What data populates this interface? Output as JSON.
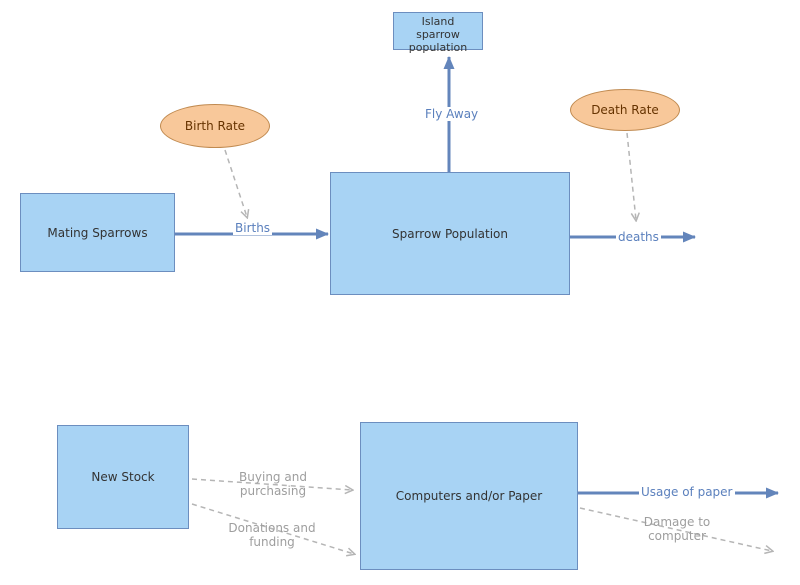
{
  "nodes": {
    "island": {
      "label": "Island\nsparrow\npopulation"
    },
    "birth_rate": {
      "label": "Birth Rate"
    },
    "death_rate": {
      "label": "Death Rate"
    },
    "mating_sparrows": {
      "label": "Mating Sparrows"
    },
    "sparrow_population": {
      "label": "Sparrow Population"
    },
    "new_stock": {
      "label": "New Stock"
    },
    "computers": {
      "label": "Computers and/or Paper"
    }
  },
  "edges": {
    "births": {
      "label": "Births"
    },
    "fly_away": {
      "label": "Fly Away"
    },
    "deaths": {
      "label": "deaths"
    },
    "buying": {
      "label": "Buying and\npurchasing"
    },
    "donations": {
      "label": "Donations and\nfunding"
    },
    "usage": {
      "label": "Usage of paper"
    },
    "damage": {
      "label": "Damage to\ncomputer"
    }
  },
  "colors": {
    "box_fill": "#a8d3f4",
    "box_stroke": "#6c8ebf",
    "ellipse_fill": "#f8c89a",
    "ellipse_stroke": "#c08a50",
    "ellipse_text": "#663300",
    "flow_arrow": "#6385bb",
    "flow_label": "#5b80bd",
    "dashed_arrow": "#b5b5b5",
    "dashed_label": "#9e9e9e",
    "node_text": "#333333"
  }
}
